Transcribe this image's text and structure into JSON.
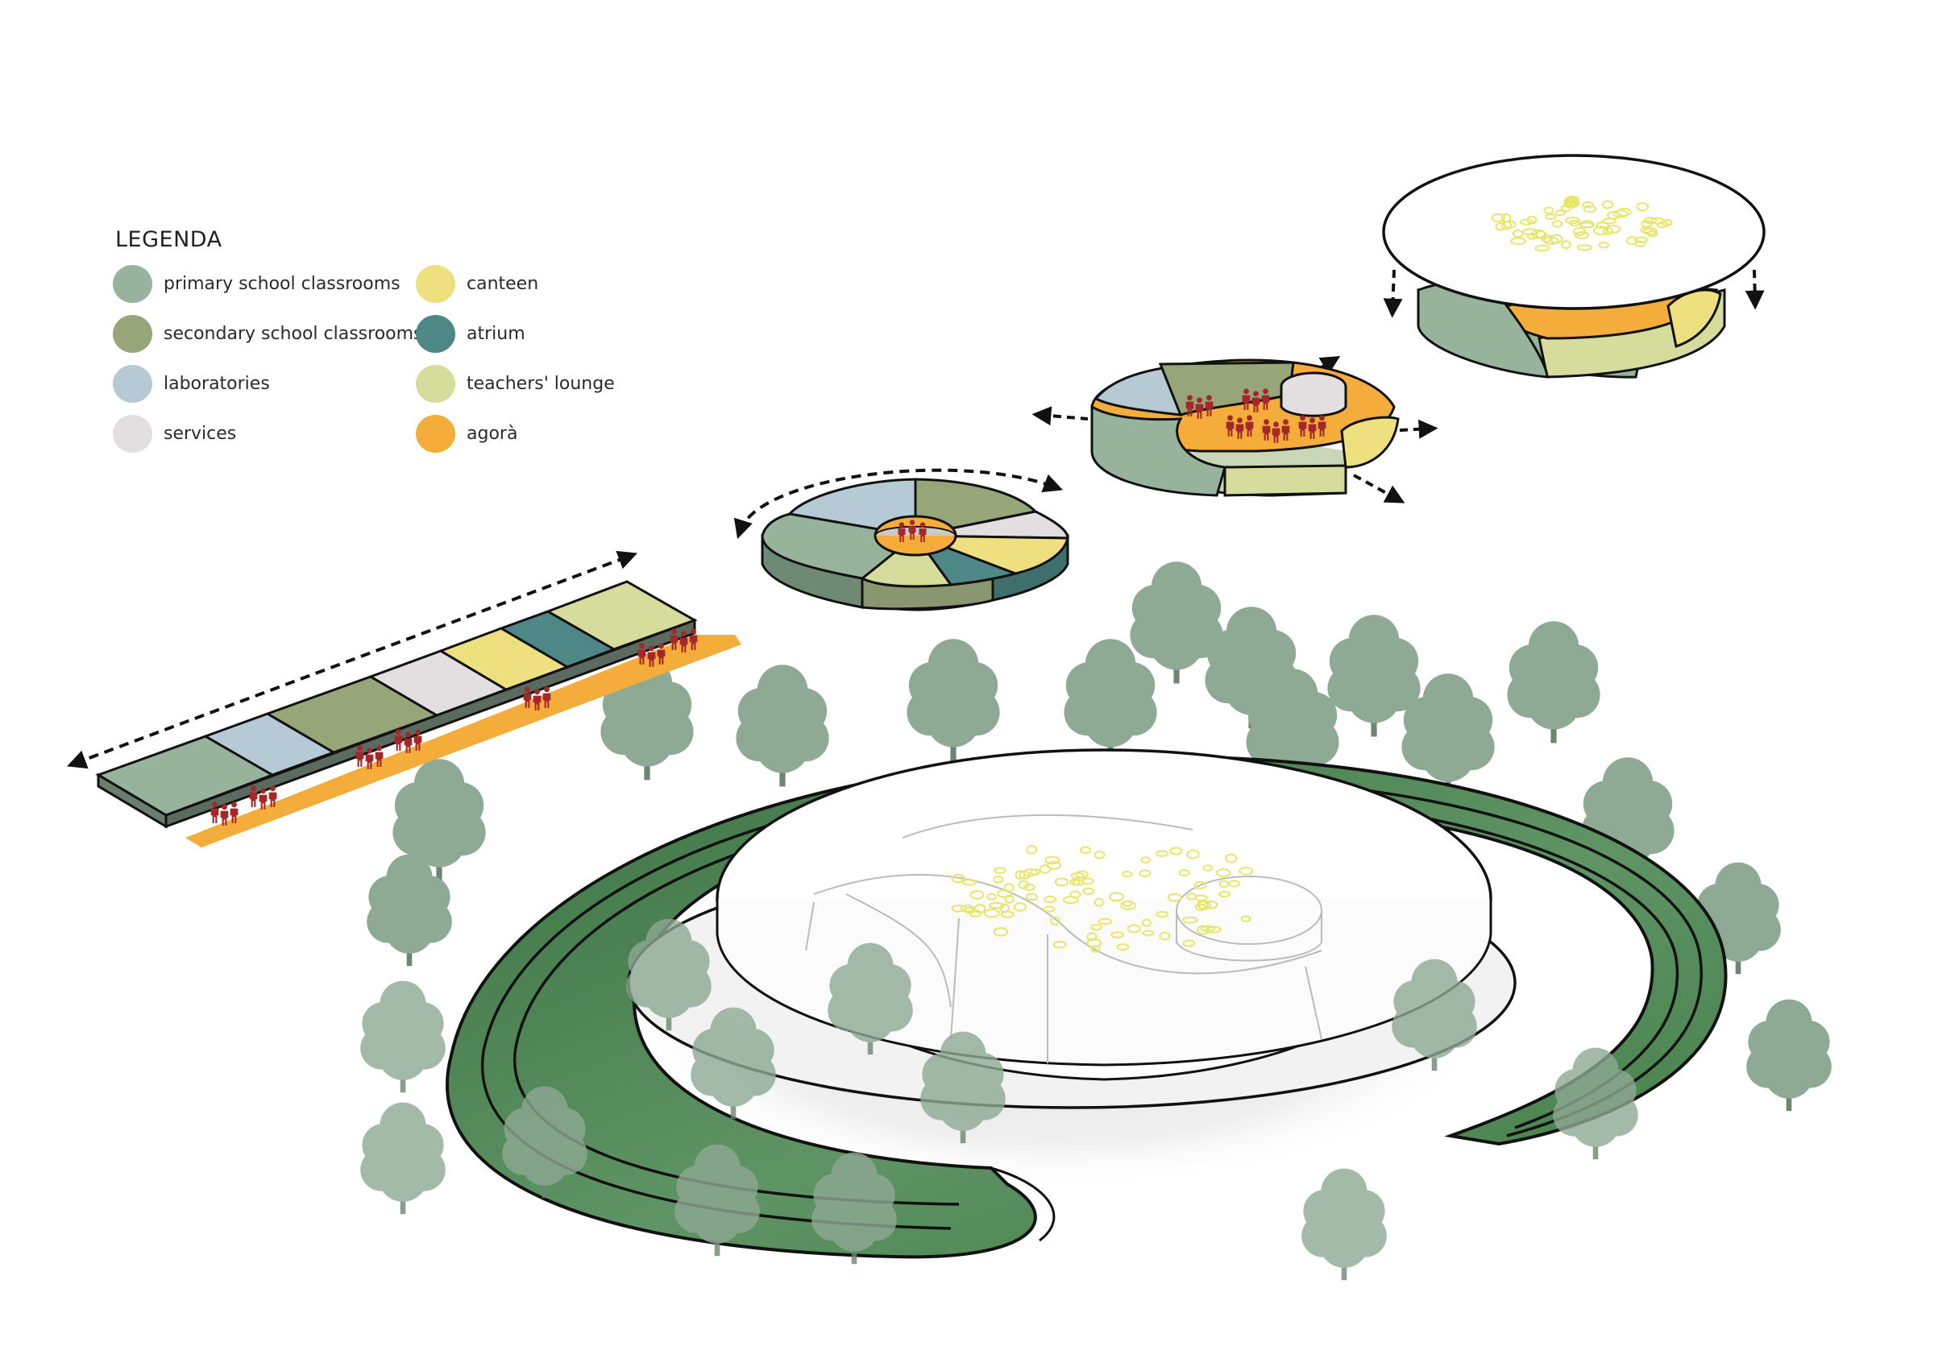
{
  "legend": {
    "title": "LEGENDA",
    "items": [
      {
        "key": "primary",
        "label": "primary school classrooms",
        "color": "#97b39c"
      },
      {
        "key": "secondary",
        "label": "secondary school classrooms",
        "color": "#97a679"
      },
      {
        "key": "laboratories",
        "label": "laboratories",
        "color": "#b6cad6"
      },
      {
        "key": "services",
        "label": "services",
        "color": "#e3dfe1"
      },
      {
        "key": "canteen",
        "label": "canteen",
        "color": "#efe07f"
      },
      {
        "key": "atrium",
        "label": "atrium",
        "color": "#4e8886"
      },
      {
        "key": "teachers",
        "label": "teachers' lounge",
        "color": "#d5dc9c"
      },
      {
        "key": "agora",
        "label": "agorà",
        "color": "#f4ad3a"
      }
    ]
  },
  "colors": {
    "tree": "#8ea994",
    "ring": "#3f7a46",
    "ring_light": "#6d9b6d",
    "outline": "#1a1a1a",
    "people": "#a4272a",
    "lights": "#e8e66a"
  }
}
